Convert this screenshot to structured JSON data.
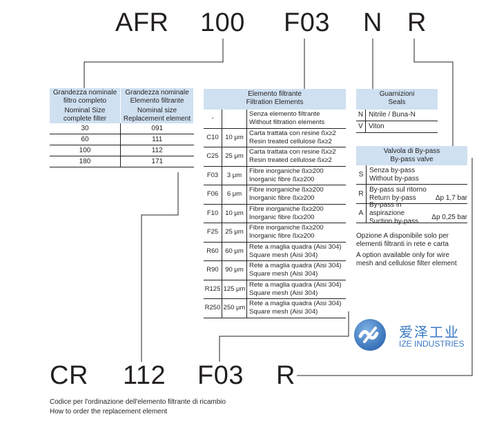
{
  "top_code": [
    "AFR",
    "100",
    "F03",
    "N",
    "R"
  ],
  "bottom_code": [
    "CR",
    "112",
    "F03",
    "R"
  ],
  "size_table": {
    "header_it": [
      "Grandezza nominale filtro completo",
      "Grandezza nominale Elemento filtrante"
    ],
    "header_en": [
      "Nominal Size complete filter",
      "Nominal size Replacement element"
    ],
    "rows": [
      [
        "30",
        "091"
      ],
      [
        "60",
        "111"
      ],
      [
        "100",
        "112"
      ],
      [
        "180",
        "171"
      ]
    ]
  },
  "filtration": {
    "title_it": "Elemento filtrante",
    "title_en": "Filtration Elements",
    "rows": [
      {
        "code": "-",
        "um": "",
        "it": "Senza elemento filtrante",
        "en": "Without filtration elements"
      },
      {
        "code": "C10",
        "um": "10 μm",
        "it": "Carta trattata con resine ßx≥2",
        "en": "Resin treated cellulose ßx≥2"
      },
      {
        "code": "C25",
        "um": "25 μm",
        "it": "Carta trattata con resine ßx≥2",
        "en": "Resin treated cellulose ßx≥2"
      },
      {
        "code": "F03",
        "um": "3 μm",
        "it": "Fibre inorganiche ßx≥200",
        "en": "Inorganic fibre ßx≥200"
      },
      {
        "code": "F06",
        "um": "6 μm",
        "it": "Fibre inorganiche ßx≥200",
        "en": "Inorganic fibre ßx≥200"
      },
      {
        "code": "F10",
        "um": "10 μm",
        "it": "Fibre inorganiche ßx≥200",
        "en": "Inorganic fibre ßx≥200"
      },
      {
        "code": "F25",
        "um": "25 μm",
        "it": "Fibre inorganiche ßx≥200",
        "en": "Inorganic fibre ßx≥200"
      },
      {
        "code": "R60",
        "um": "60 μm",
        "it": "Rete a maglia quadra (Aisi 304)",
        "en": "Square mesh (Aisi 304)"
      },
      {
        "code": "R90",
        "um": "90 μm",
        "it": "Rete a maglia quadra (Aisi 304)",
        "en": "Square mesh (Aisi 304)"
      },
      {
        "code": "R125",
        "um": "125 μm",
        "it": "Rete a maglia quadra (Aisi 304)",
        "en": "Square mesh (Aisi 304)"
      },
      {
        "code": "R250",
        "um": "250 μm",
        "it": "Rete a maglia quadra (Aisi 304)",
        "en": "Square mesh (Aisi 304)"
      }
    ]
  },
  "seals": {
    "title_it": "Guarnizioni",
    "title_en": "Seals",
    "rows": [
      {
        "k": "N",
        "v": "Nitrile / Buna-N"
      },
      {
        "k": "V",
        "v": "Viton"
      }
    ]
  },
  "bypass": {
    "title_it": "Valvola di By-pass",
    "title_en": "By-pass valve",
    "rows": [
      {
        "k": "S",
        "it": "Senza by-pass",
        "en": "Without by-pass",
        "dp": ""
      },
      {
        "k": "R",
        "it": "By-pass sul ritorno",
        "en": "Return by-pass",
        "dp": "Δp 1,7 bar"
      },
      {
        "k": "A",
        "it": "By-pass in aspirazione",
        "en": "Suction by-pass",
        "dp": "Δp 0,25 bar"
      }
    ],
    "note_it": [
      "Opzione A disponibile solo per",
      "elementi filtranti in rete e carta"
    ],
    "note_en": [
      "A option available only for wire",
      "mesh and cellulose filter element"
    ]
  },
  "logo": {
    "cn": "爱泽工业",
    "en": "IZE INDUSTRIES",
    "color": "#3a78c3"
  },
  "footer": {
    "it": "Codice per l'ordinazione dell'elemento filtrante di ricambio",
    "en": "How to order the replacement element"
  },
  "colors": {
    "header_bg": "#cfe0f1",
    "text": "#231f20"
  }
}
